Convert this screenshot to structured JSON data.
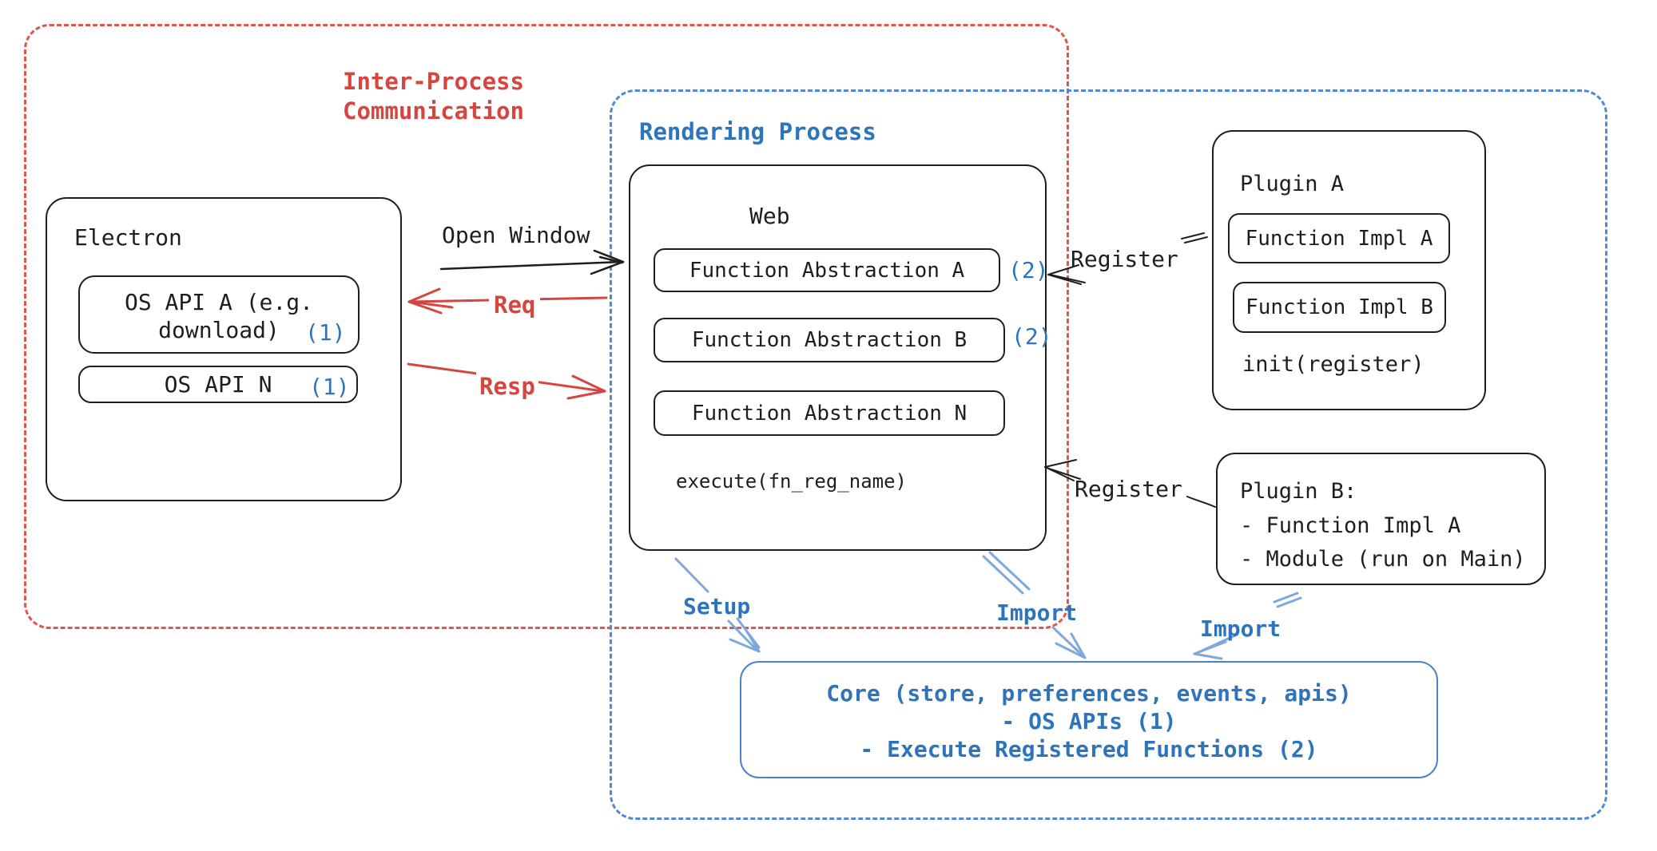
{
  "colors": {
    "black": "#1e1e1e",
    "red": "#d6453f",
    "red_dash": "#e0564f",
    "blue_text": "#2e74bc",
    "blue_dash": "#4f8ad2",
    "blue_stroke": "#4b82c8",
    "blue_arrow": "#7fa8dc"
  },
  "regions": {
    "ipc": {
      "label_line1": "Inter-Process",
      "label_line2": "Communication"
    },
    "rendering": {
      "label": "Rendering Process"
    }
  },
  "electron": {
    "title": "Electron",
    "os_api_a": {
      "line1": "OS API A (e.g.",
      "line2": "download)",
      "badge": "(1)"
    },
    "os_api_n": {
      "label": "OS API N",
      "badge": "(1)"
    }
  },
  "web": {
    "title": "Web",
    "rows": {
      "a": {
        "label": "Function Abstraction A",
        "badge": "(2)"
      },
      "b": {
        "label": "Function Abstraction B",
        "badge": "(2)"
      },
      "n": {
        "label": "Function Abstraction N"
      }
    },
    "execute": "execute(fn_reg_name)"
  },
  "plugin_a": {
    "title": "Plugin A",
    "impl_a": "Function Impl A",
    "impl_b": "Function Impl B",
    "init": "init(register)"
  },
  "plugin_b": {
    "title": "Plugin B:",
    "item1": "- Function Impl A",
    "item2": "- Module (run on Main)"
  },
  "core": {
    "line1": "Core (store, preferences, events, apis)",
    "line2": "- OS APIs (1)",
    "line3": "- Execute Registered Functions (2)"
  },
  "connections": {
    "open_window": "Open Window",
    "req": "Req",
    "resp": "Resp",
    "register_top": "Register",
    "register_bottom": "Register",
    "setup": "Setup",
    "import_mid": "Import",
    "import_right": "Import"
  }
}
